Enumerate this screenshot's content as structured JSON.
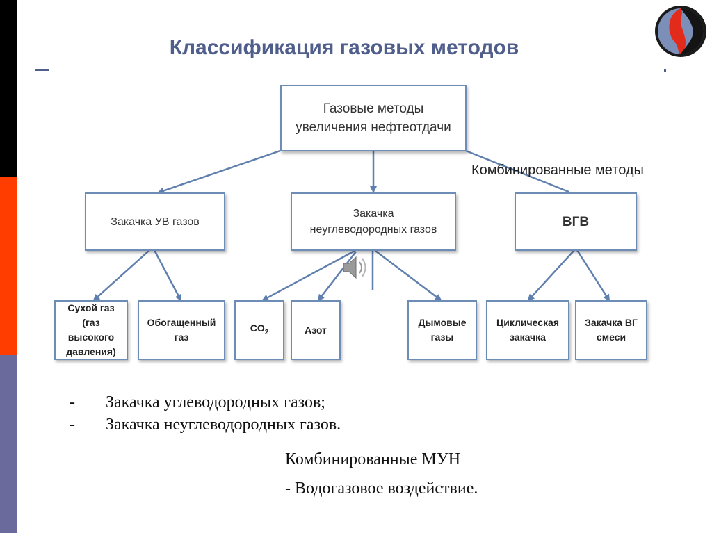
{
  "title": "Классификация газовых методов",
  "root": {
    "line1": "Газовые методы",
    "line2": "увеличения нефтеотдачи"
  },
  "combined_label": "Комбинированные методы",
  "level1": {
    "hc": "Закачка УВ газов",
    "nonhc": {
      "line1": "Закачка",
      "line2": "неуглеводородных газов"
    },
    "vgv": "ВГВ"
  },
  "level2": {
    "dry_gas": {
      "line1": "Сухой газ",
      "line2": "(газ",
      "line3": "высокого",
      "line4": "давления)"
    },
    "enriched_gas": {
      "line1": "Обогащенный",
      "line2": "газ"
    },
    "co2": {
      "text": "CO",
      "sub": "2"
    },
    "nitrogen": "Азот",
    "flue_gases": {
      "line1": "Дымовые",
      "line2": "газы"
    },
    "cyclic": {
      "line1": "Циклическая",
      "line2": "закачка"
    },
    "wg_mixture": {
      "line1": "Закачка ВГ",
      "line2": "смеси"
    }
  },
  "bottom_list": [
    {
      "marker": "-",
      "text": "Закачка углеводородных газов;"
    },
    {
      "marker": "-",
      "text": "Закачка неуглеводородных газов."
    }
  ],
  "combined_mun": "Комбинированные МУН",
  "water_gas": "- Водогазовое воздействие.",
  "colors": {
    "box_border": "#6d8cb6",
    "arrow": "#5f7fae",
    "title": "#4f5e8b"
  },
  "icons": [
    "logo-icon",
    "speaker-icon"
  ]
}
